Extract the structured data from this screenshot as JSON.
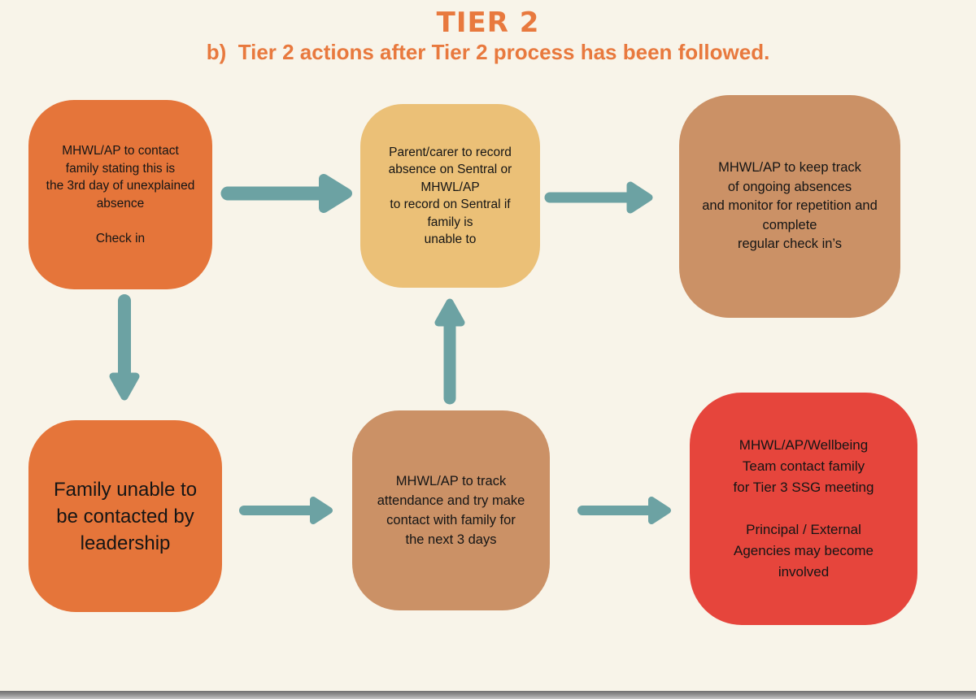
{
  "header": {
    "title": "TIER 2",
    "subtitle": "b)  Tier 2 actions after Tier 2 process has been followed."
  },
  "boxes": [
    {
      "name": "contact-family-day3",
      "text": "MHWL/AP to contact\nfamily stating this is\nthe 3rd day of unexplained\nabsence\n\nCheck in",
      "color": "#E5753A"
    },
    {
      "name": "record-absence-sentral",
      "text": "Parent/carer to record\nabsence on Sentral or\nMHWL/AP\nto record on Sentral if\nfamily is\nunable to",
      "color": "#EBC077"
    },
    {
      "name": "keep-track-absences",
      "text": "MHWL/AP to keep track\nof ongoing absences\nand monitor for repetition and\ncomplete\nregular check in’s",
      "color": "#CB9166"
    },
    {
      "name": "family-unable-contacted",
      "text": "Family unable to\nbe contacted by\nleadership",
      "color": "#E5753A"
    },
    {
      "name": "track-attendance-3days",
      "text": "MHWL/AP to track\nattendance and try make\ncontact with family for\nthe next 3 days",
      "color": "#CB9166"
    },
    {
      "name": "tier3-ssg-meeting",
      "text": "MHWL/AP/Wellbeing\nTeam contact family\nfor Tier 3 SSG meeting\n\nPrincipal / External\nAgencies may become\ninvolved",
      "color": "#E6453C"
    }
  ],
  "colors": {
    "background": "#F8F4E9",
    "heading": "#E8793E",
    "arrow": "#6CA2A3",
    "box_text": "#151515",
    "bottom_bar": "#979797"
  }
}
